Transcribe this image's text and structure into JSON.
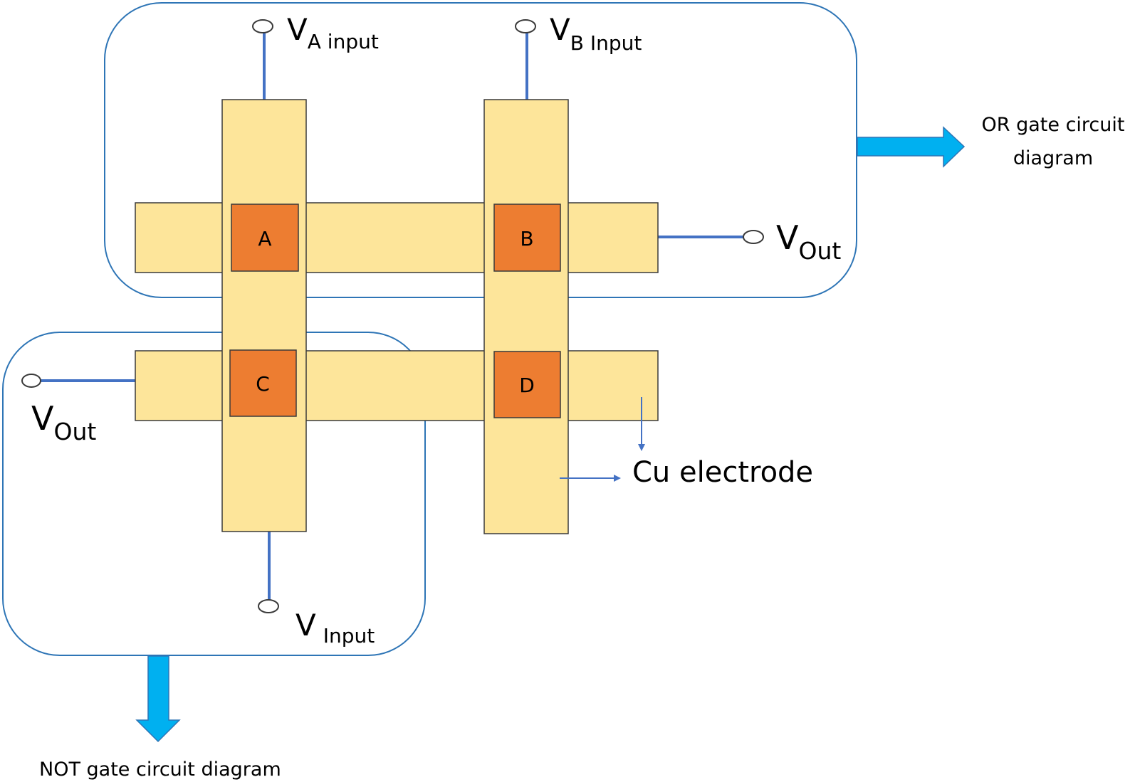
{
  "colors": {
    "electrode_fill": "#FDE59A",
    "electrode_stroke": "#3A3A3A",
    "memristor_fill": "#ED7D31",
    "wire": "#4472C4",
    "region_stroke": "#2E75B6",
    "arrow_fill": "#00B0F0",
    "arrow_stroke": "#2E75B6"
  },
  "cells": {
    "a": "A",
    "b": "B",
    "c": "C",
    "d": "D"
  },
  "or_region": {
    "input_a": {
      "main": "V",
      "sub": "A input"
    },
    "input_b": {
      "main": "V",
      "sub": "B Input"
    },
    "output": {
      "main": "V",
      "sub": "Out"
    },
    "caption_line1": "OR gate circuit",
    "caption_line2": "diagram"
  },
  "not_region": {
    "output": {
      "main": "V",
      "sub": "Out"
    },
    "input": {
      "main": "V",
      "sub": "Input"
    },
    "caption": "NOT gate circuit diagram"
  },
  "electrode_label": "Cu electrode",
  "icons": {
    "terminal": "open-circle-terminal-icon",
    "or_arrow": "right-arrow-icon",
    "not_arrow": "down-arrow-icon",
    "pointer": "small-arrow-icon"
  }
}
